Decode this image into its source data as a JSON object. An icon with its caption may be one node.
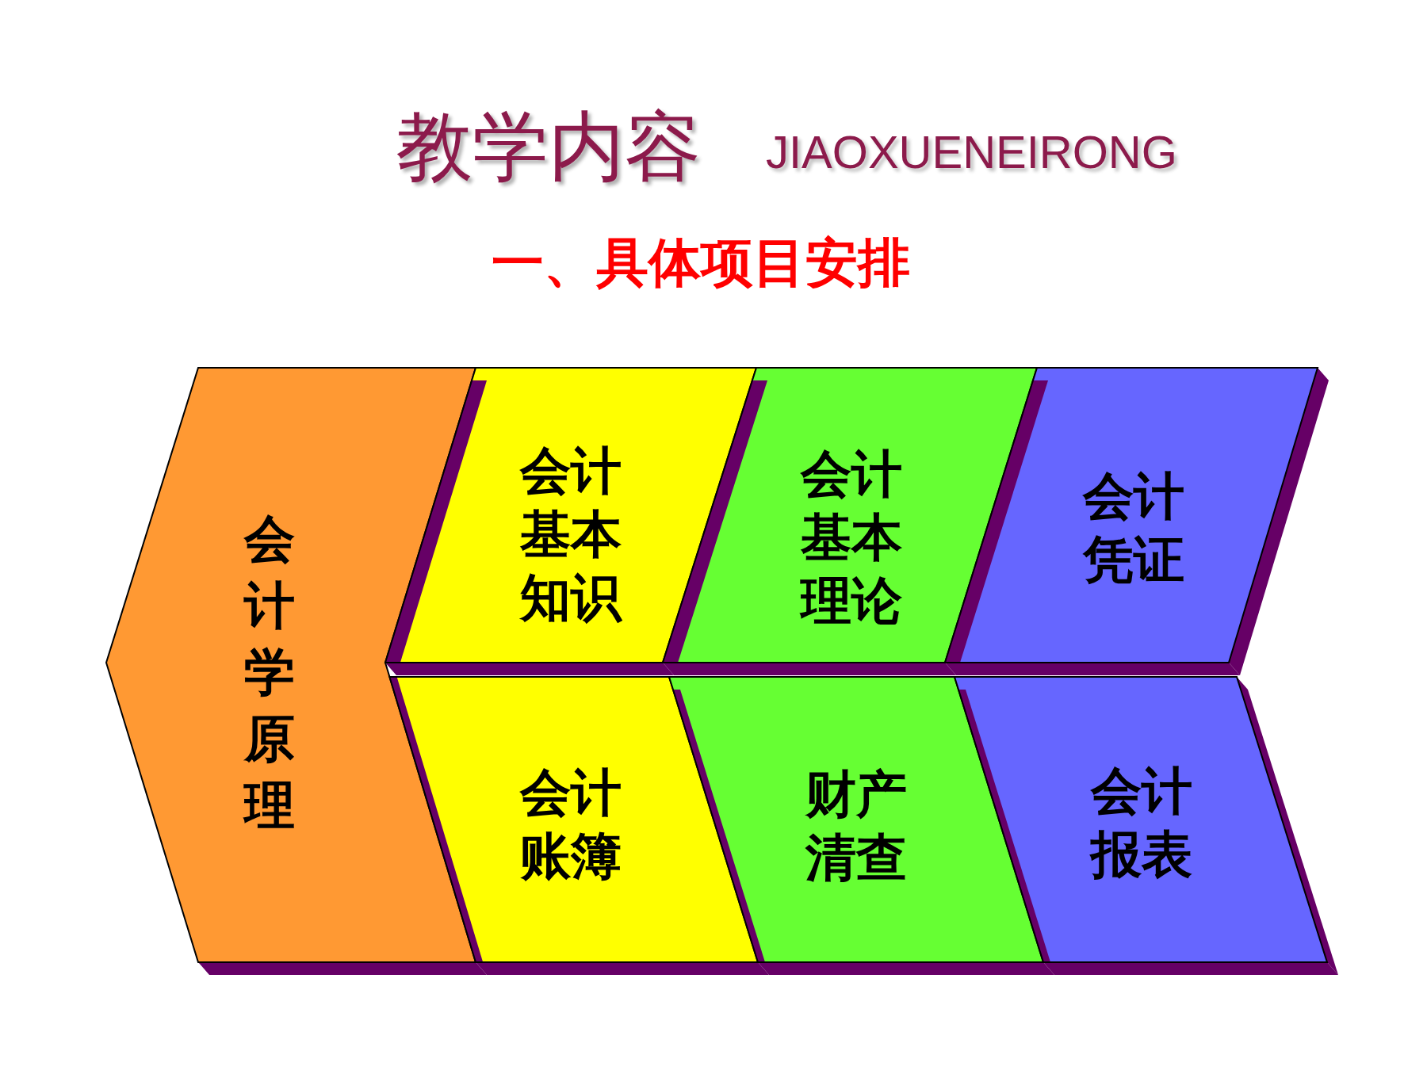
{
  "diagram": {
    "title": "教学内容",
    "nodes": [
      {
        "text": [
          "会计学原理"
        ]
      },
      {
        "text": [
          "会计基本知识"
        ]
      },
      {
        "text": [
          "会计基本理论"
        ]
      },
      {
        "text": [
          "会计凭证"
        ]
      },
      {
        "text": [
          "会计账簿"
        ]
      },
      {
        "text": [
          "财产清查"
        ]
      },
      {
        "text": [
          "会计报表"
        ]
      }
    ],
    "labels": [
      "JIAOXUENEIRONG",
      "一、具体项目安排"
    ]
  }
}
